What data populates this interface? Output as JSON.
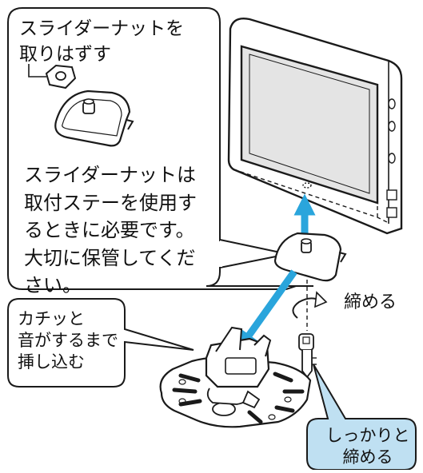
{
  "labels": {
    "remove_nut": "スライダーナットを\n取りはずす",
    "storage_note": "スライダーナットは\n取付ステーを使用す\nるときに必要です。\n大切に保管してくだ\nさい。",
    "insert_until_click": "カチッと\n音がするまで\n挿し込む",
    "tighten": "締める",
    "tighten_firmly": "しっかりと\n締める"
  },
  "colors": {
    "arrow_blue": "#2aa5dc",
    "callout_fill": "#bfe0f2",
    "line": "#1a1a1a",
    "screen_fill": "#e4e4e4"
  },
  "icons": [
    "monitor",
    "slider-nut",
    "mounting-bracket",
    "suction-mount-base",
    "screw-key",
    "rotate-arrow"
  ]
}
